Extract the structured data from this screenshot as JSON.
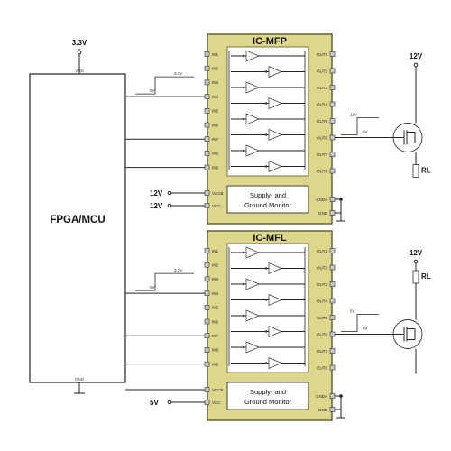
{
  "mcu": {
    "label": "FPGA/MCU",
    "supply_value": "3.3V",
    "vdd_label": "VDD",
    "gnd_label": "GND"
  },
  "chips": [
    {
      "title": "IC-MFP",
      "inputs": [
        "IN1",
        "IN2",
        "IN3",
        "IN4",
        "IN5",
        "IN6",
        "IN7",
        "IN8",
        "IN9"
      ],
      "vccb": "VCCB",
      "vcc": "VCC",
      "outputs": [
        "OUT1",
        "OUT2",
        "OUT3",
        "OUT4",
        "OUT5",
        "OUT6",
        "OUT7",
        "OUT8"
      ],
      "gnda": "GNDA",
      "gnd": "GND",
      "monitor_line1": "Supply- and",
      "monitor_line2": "Ground Monitor",
      "vccb_supply": "12V",
      "vcc_supply": "12V",
      "in_sig_low": "0V",
      "in_sig_high": "3.3V",
      "out_sig_low": "0V",
      "out_sig_high": "12V",
      "load_supply": "12V",
      "load_label": "RL"
    },
    {
      "title": "IC-MFL",
      "inputs": [
        "IN1",
        "IN2",
        "IN3",
        "IN4",
        "IN5",
        "IN6",
        "IN7",
        "IN8",
        "IN9"
      ],
      "vccb": "VCCB",
      "vcc": "VCC",
      "outputs": [
        "OUT1",
        "OUT2",
        "OUT3",
        "OUT4",
        "OUT5",
        "OUT6",
        "OUT7",
        "OUT8"
      ],
      "gnda": "GNDA",
      "gnd": "GND",
      "monitor_line1": "Supply- and",
      "monitor_line2": "Ground Monitor",
      "vcc_supply": "5V",
      "in_sig_low": "0V",
      "in_sig_high": "3.3V",
      "out_sig_low": "0V",
      "out_sig_high": "5V",
      "load_supply": "12V",
      "load_label": "RL"
    }
  ],
  "colors": {
    "chip_fill": "#ded68a",
    "chip_border": "#5a5a2a",
    "line": "#222222",
    "pin_fill": "#c8c8c8"
  }
}
